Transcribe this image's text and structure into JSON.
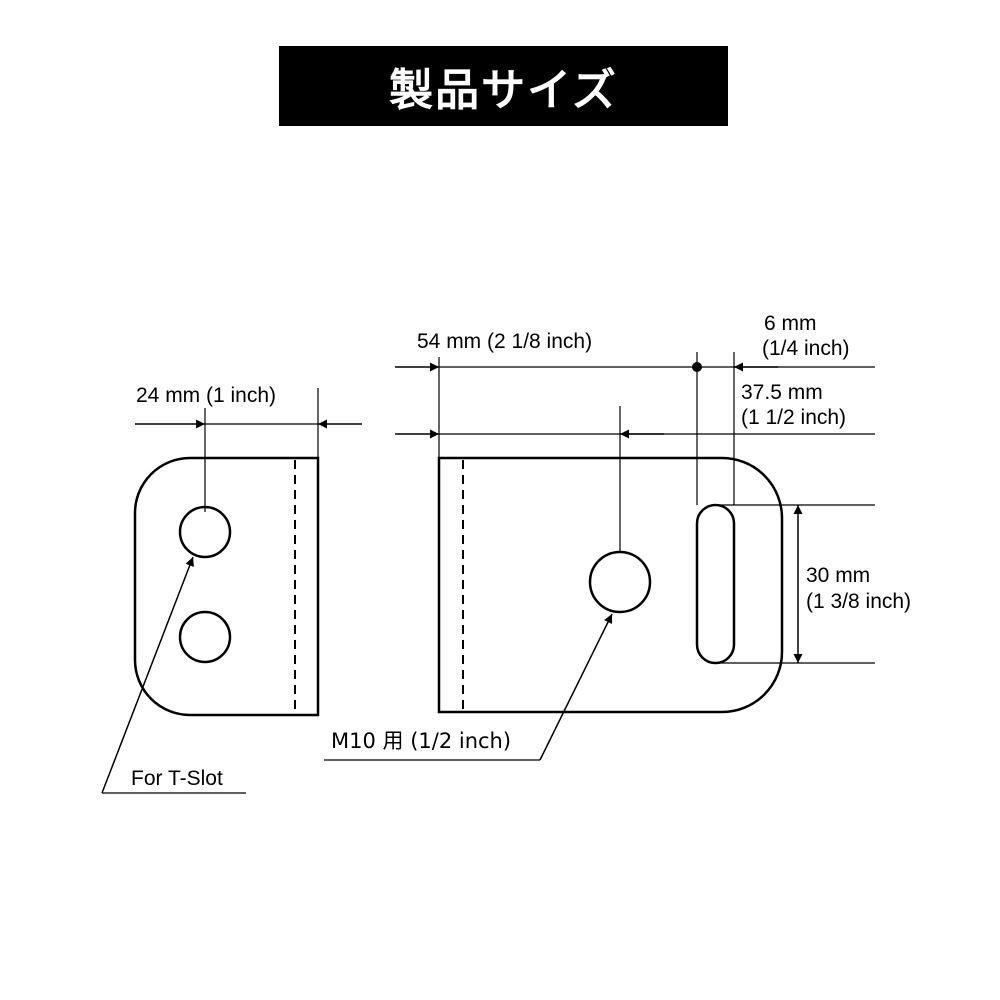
{
  "header": {
    "title": "製品サイズ"
  },
  "colors": {
    "banner_bg": "#000000",
    "banner_text": "#ffffff",
    "line": "#000000"
  },
  "dimensions": {
    "small_width": "24 mm (1 inch)",
    "large_width": "54 mm (2 1/8 inch)",
    "slot_width_mm": "6 mm",
    "slot_width_inch": "(1/4 inch)",
    "hole_offset_mm": "37.5 mm",
    "hole_offset_inch": "(1 1/2 inch)",
    "slot_length_mm": "30 mm",
    "slot_length_inch": "(1 3/8 inch)"
  },
  "callouts": {
    "t_slot": "For T-Slot",
    "m10": "M10 用 (1/2 inch)"
  }
}
